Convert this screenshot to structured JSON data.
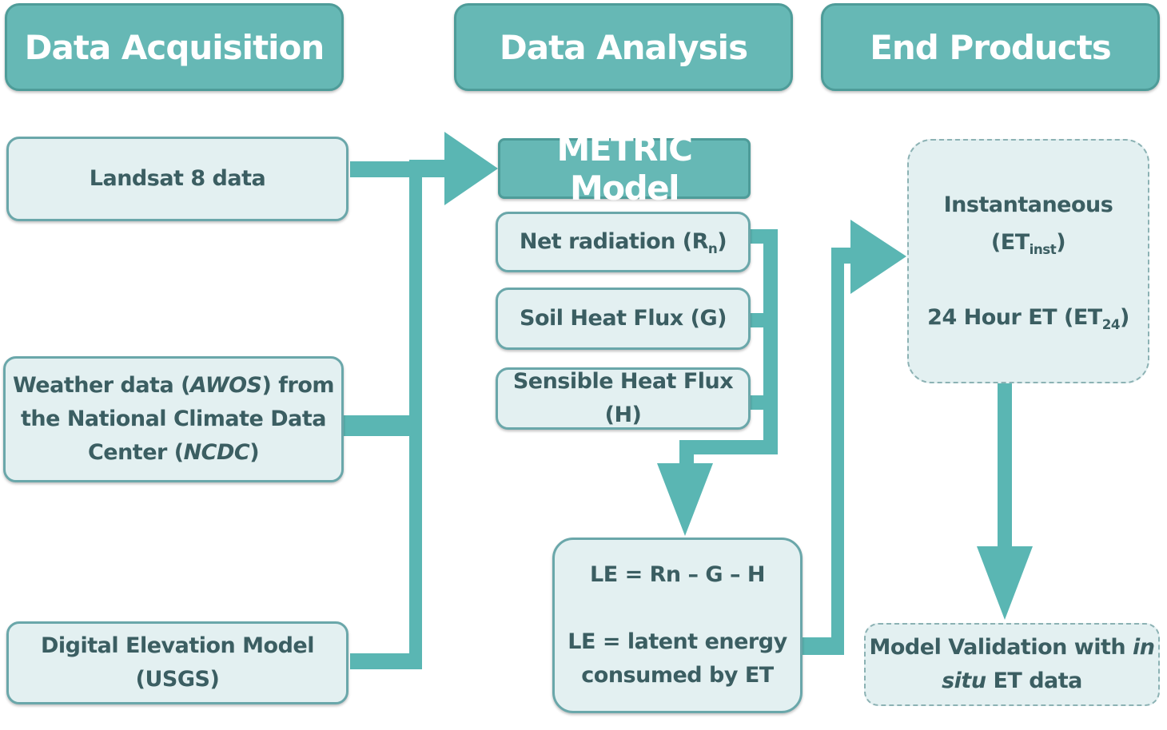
{
  "headers": {
    "acquisition": "Data Acquisition",
    "analysis": "Data Analysis",
    "end_products": "End Products"
  },
  "inputs": {
    "landsat": "Landsat 8 data",
    "weather_line1": "Weather data (",
    "weather_awos": "AWOS",
    "weather_line1_end": ") from",
    "weather_line2": "the National Climate Data",
    "weather_line3": "Center (",
    "weather_ncdc": "NCDC",
    "weather_line3_end": ")",
    "dem": "Digital Elevation Model (USGS)"
  },
  "model": {
    "title": "METRIC Model",
    "net_radiation": "Net radiation (R",
    "net_radiation_sub": "n",
    "net_radiation_end": ")",
    "soil_heat_flux": "Soil Heat Flux (G)",
    "sensible_heat_flux": "Sensible Heat Flux (H)"
  },
  "energy_balance": {
    "equation": "LE = Rn – G – H",
    "definition_line1": "LE = latent energy",
    "definition_line2": "consumed by ET"
  },
  "products": {
    "instantaneous": "Instantaneous",
    "inst_prefix": "(ET",
    "inst_sub": "inst",
    "inst_suffix": ")",
    "daily_prefix": "24 Hour ET (ET",
    "daily_sub": "24",
    "daily_suffix": ")"
  },
  "validation": {
    "line1": "Model Validation with ",
    "in": "in",
    "situ": "situ",
    "line2_end": " ET data"
  },
  "colors": {
    "header_fill": "#66b8b5",
    "box_fill": "#e3f0f1",
    "connector": "#5ab6b3",
    "text": "#3b5e62"
  }
}
